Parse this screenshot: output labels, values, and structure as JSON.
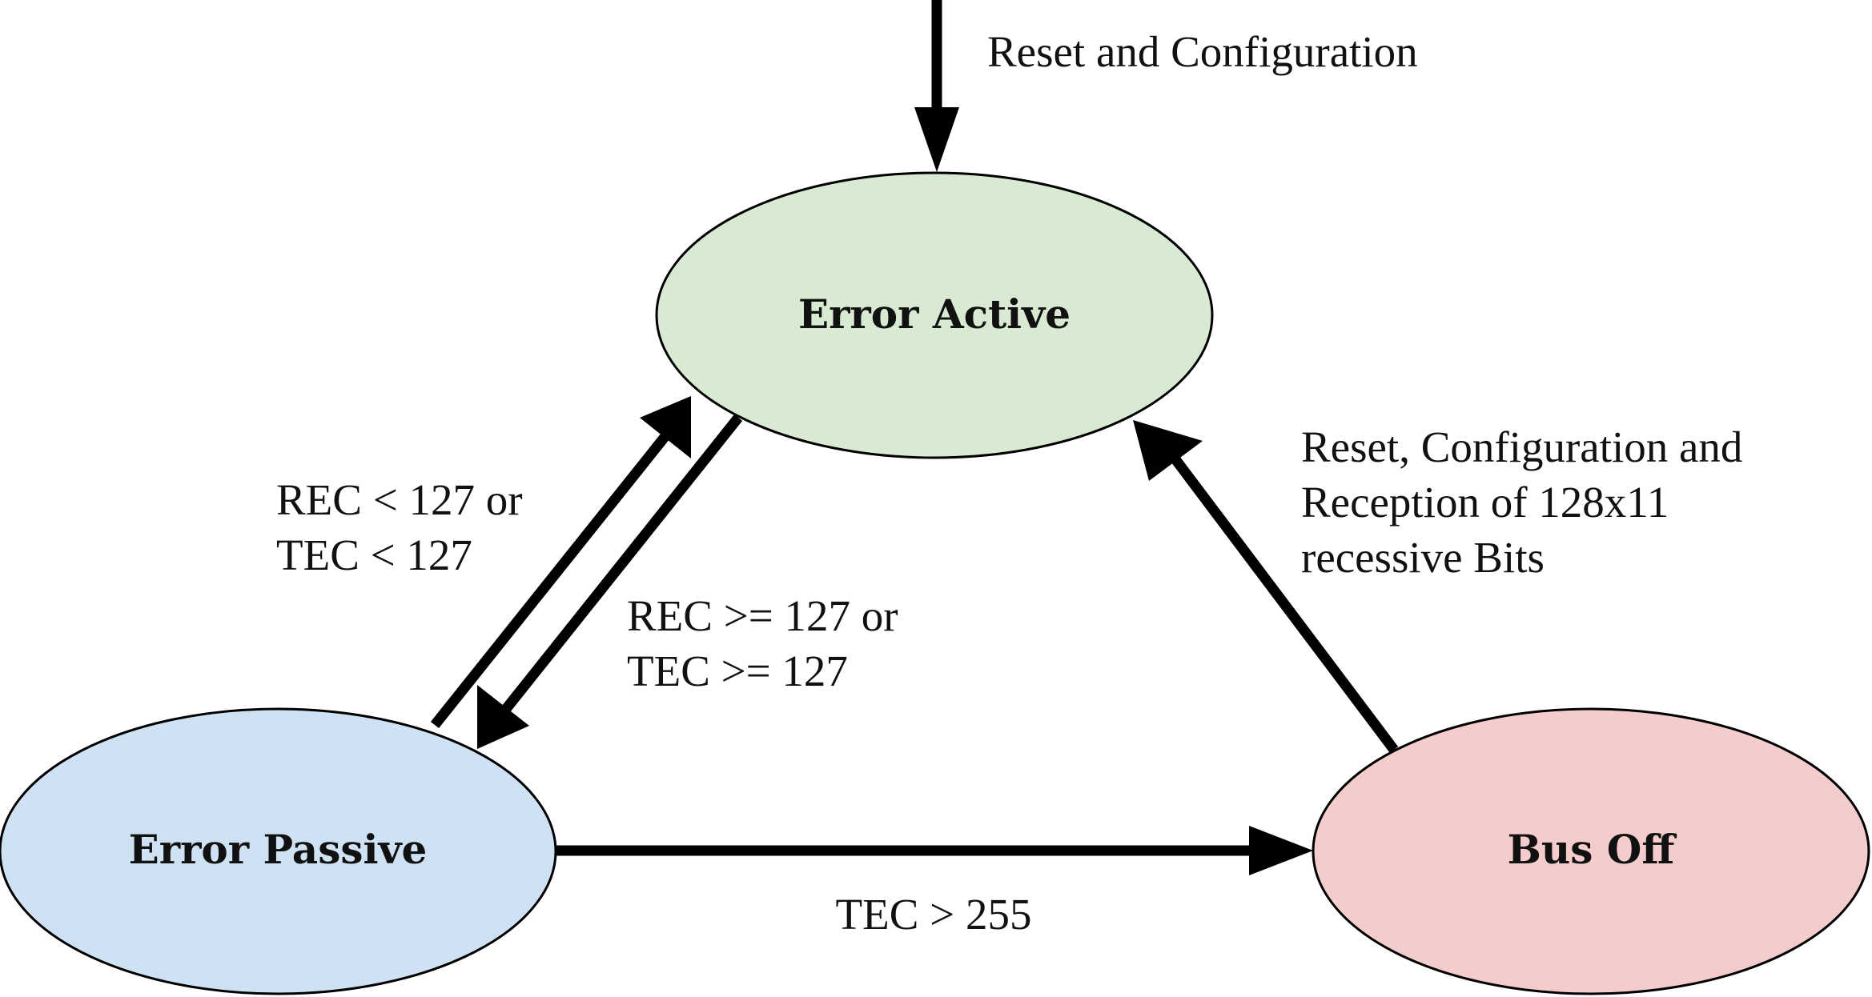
{
  "states": {
    "error_active": {
      "label": "Error Active",
      "color": "#d9ead3"
    },
    "error_passive": {
      "label": "Error Passive",
      "color": "#cfe2f3"
    },
    "bus_off": {
      "label": "Bus Off",
      "color": "#f4cccc"
    }
  },
  "transitions": {
    "reset_to_active": {
      "label": "Reset and Configuration"
    },
    "passive_to_active": {
      "line1": "REC < 127 or",
      "line2": "TEC < 127"
    },
    "active_to_passive": {
      "line1": "REC >= 127 or",
      "line2": "TEC >= 127"
    },
    "passive_to_busoff": {
      "label": "TEC > 255"
    },
    "busoff_to_active": {
      "line1": "Reset, Configuration and",
      "line2": "Reception of 128x11",
      "line3": "recessive Bits"
    }
  },
  "colors": {
    "line": "#000000",
    "text": "#111111"
  }
}
